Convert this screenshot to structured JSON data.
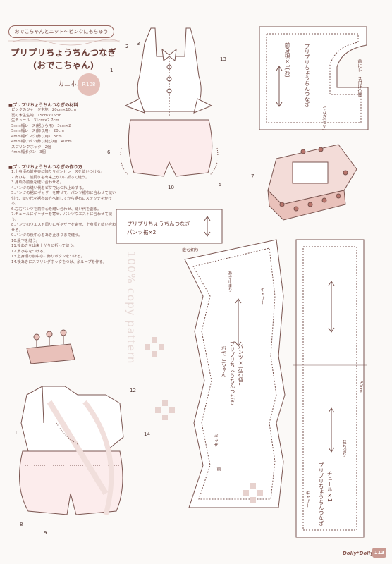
{
  "header": {
    "series_pill": "おでこちゃんとニット〜ピンクにもちゅう",
    "title_line1": "プリプリちょうちんつなぎ",
    "title_line2": "(おでこちゃん)",
    "author": "カニホル",
    "page_ref": "P.108"
  },
  "materials": {
    "heading": "■プリプリちょうちんつなぎの材料",
    "items": [
      "ピンクのジャージ生地　20cm×10cm",
      "裏の木生生地　15cm×15cm",
      "生チュール　31cm×2.7cm",
      "5mm幅レース(裾から用)　3cm×2",
      "5mm幅レース(飾り用)　20cm",
      "4mm幅ピンク(飾り用)　5cm",
      "4mm幅リボン(飾り結び用)　40cm",
      "スプリングホック　2個",
      "4mm幅ボタン　3個"
    ]
  },
  "steps": {
    "heading": "■プリプリちょうちんつなぎの作り方",
    "items": [
      "1.上身頃の前中央に飾りリボンとレースを縫いつける。",
      "2.肩ひも、前胴りを出来上がりに折って縫う。",
      "3.身頃の前後を縫い合わせる。",
      "4.パンツの縫い代をピケではつれ止めする。",
      "5.パンツの裾にギャザーを寄せて、パンツ裾布に合わせて縫い付け、縫い代を裾布の方へ倒してから裾布にステッチをかける。",
      "6.左右パンツを前中心を縫い合わせ、縫い代を割る。",
      "7.チュールにギャザーを寄せ、パンツウエストに合わせて縫う。",
      "8.パンツのウエスト周りにギャザーを寄せ、上身頃と縫い合わせる。",
      "9.パンツの後中心をあき止まりまで縫う。",
      "10.股下を縫う。",
      "11.後あきを出来上がりに折って縫う。",
      "12.肩ひもをつける。",
      "13.上身頃の前中心に飾りボタンをつける。",
      "14.後あきにスプリングホックをつけ、糸ループを作る。"
    ]
  },
  "diagram_numbers": [
    "1",
    "2",
    "3",
    "13",
    "5",
    "6",
    "7",
    "10",
    "8",
    "9",
    "11",
    "12",
    "14"
  ],
  "pattern_labels": {
    "bodice_front": "前身頃×1(わ)",
    "bodice_sub": "プリプリちょうちんつなぎ",
    "bodice_mark": "つなぎ(ピケ)",
    "bodice_note": "前にレース付け位置",
    "hem_box_line1": "プリプリちょうちんつなぎ",
    "hem_box_line2": "パンツ裾×2",
    "hem_cut": "裁ち切り",
    "pants_title1": "おでこちゃん",
    "pants_title2": "プリプリちょうちんつなぎ",
    "pants_title3": "パンツ×左右各1",
    "gather1": "ギャザー",
    "gather2": "ギャザー",
    "gather3": "ギャザー",
    "tulle_title1": "プリプリちょうちんつなぎ",
    "tulle_title2": "チュール×1",
    "tulle_length": "30cm",
    "tulle_cut": "裁ち切り",
    "front_mark": "前",
    "back_mark": "あき止まり"
  },
  "watermark": "100% copy pattern",
  "footer": {
    "brand": "Dolly*Dolly",
    "page": "113"
  },
  "colors": {
    "line": "#7a5550",
    "accent": "#c99a92",
    "polka": "#b9756c"
  }
}
